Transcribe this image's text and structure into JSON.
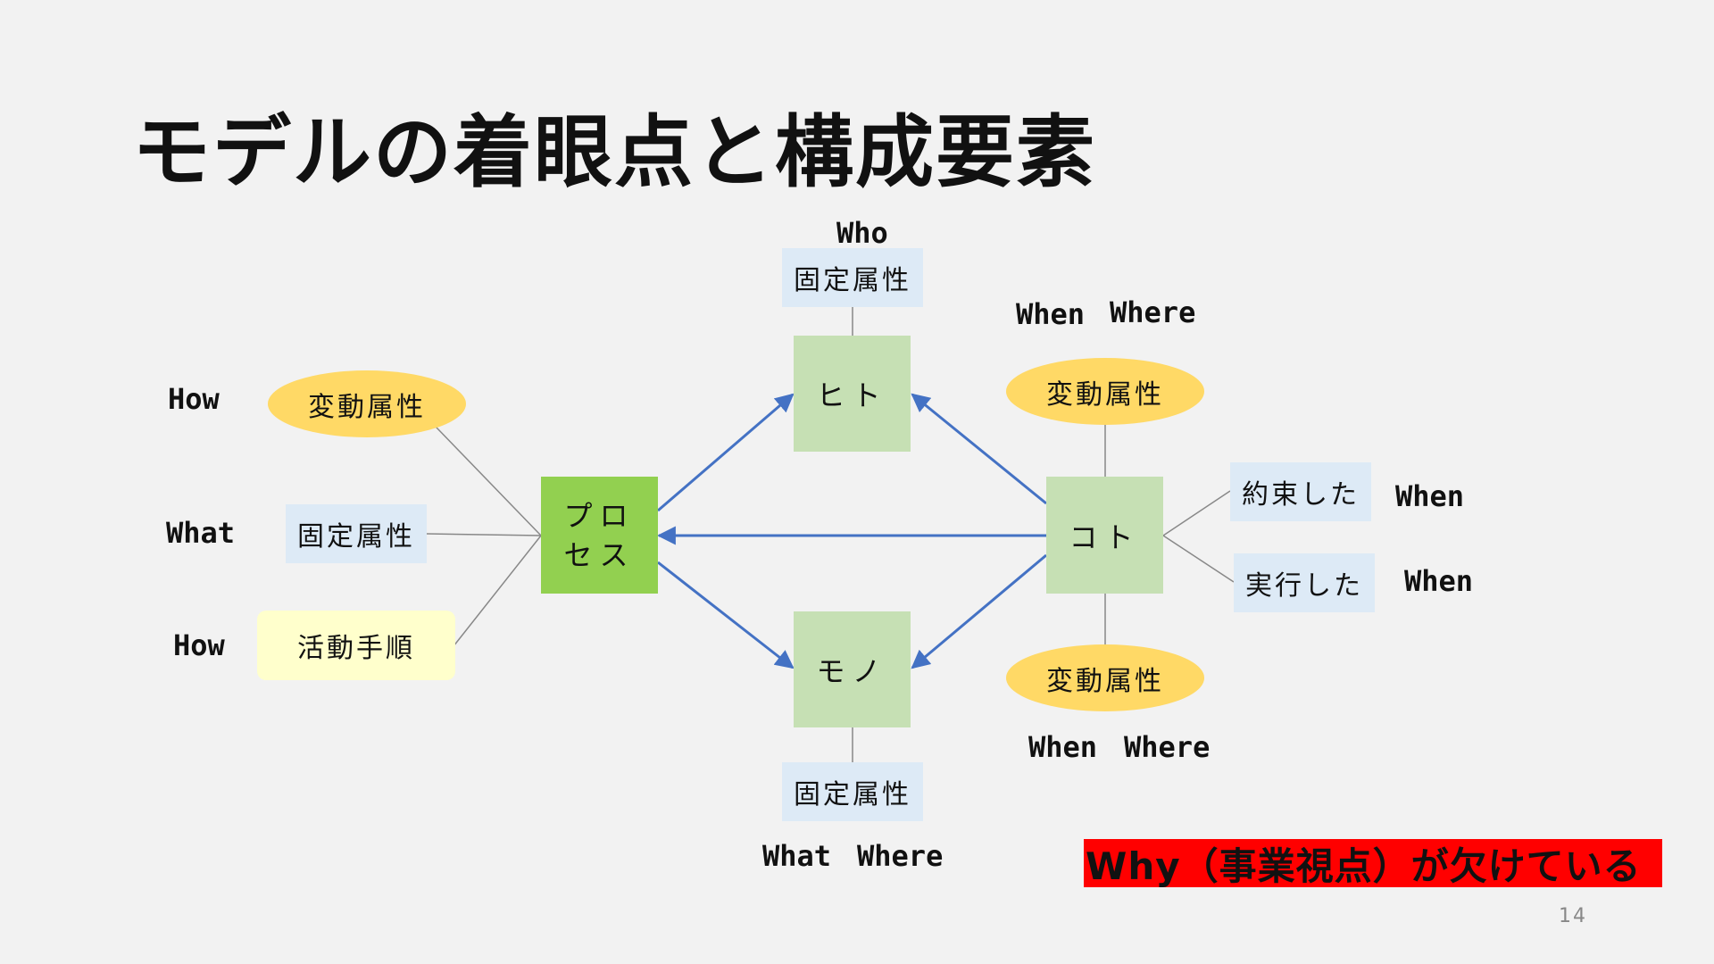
{
  "title": "モデルの着眼点と構成要素",
  "nodes": {
    "process": "プロ\nセス",
    "hito": "ヒト",
    "mono": "モノ",
    "koto": "コト",
    "hito_fixed": "固定属性",
    "mono_fixed": "固定属性",
    "process_fixed": "固定属性",
    "process_var": "変動属性",
    "process_steps": "活動手順",
    "koto_var_top": "変動属性",
    "koto_var_bottom": "変動属性",
    "koto_promised": "約束した",
    "koto_executed": "実行した"
  },
  "labels": {
    "who": "Who",
    "how_top": "How",
    "what_left": "What",
    "how_bottom": "How",
    "when_top": "When",
    "where_top": "Where",
    "when_promised": "When",
    "when_executed": "When",
    "when_bottom": "When",
    "where_bottom": "Where",
    "what_bottom": "What",
    "where_mono": "Where"
  },
  "why_banner": "Why（事業視点）が欠けている",
  "page_number": "14",
  "colors": {
    "background": "#f2f2f2",
    "process": "#92d050",
    "entity": "#c6e0b4",
    "fixed_attribute": "#ddeaf6",
    "variable_attribute": "#ffd966",
    "activity_steps": "#ffffcc",
    "arrow": "#4472c4",
    "banner": "#ff0000"
  }
}
